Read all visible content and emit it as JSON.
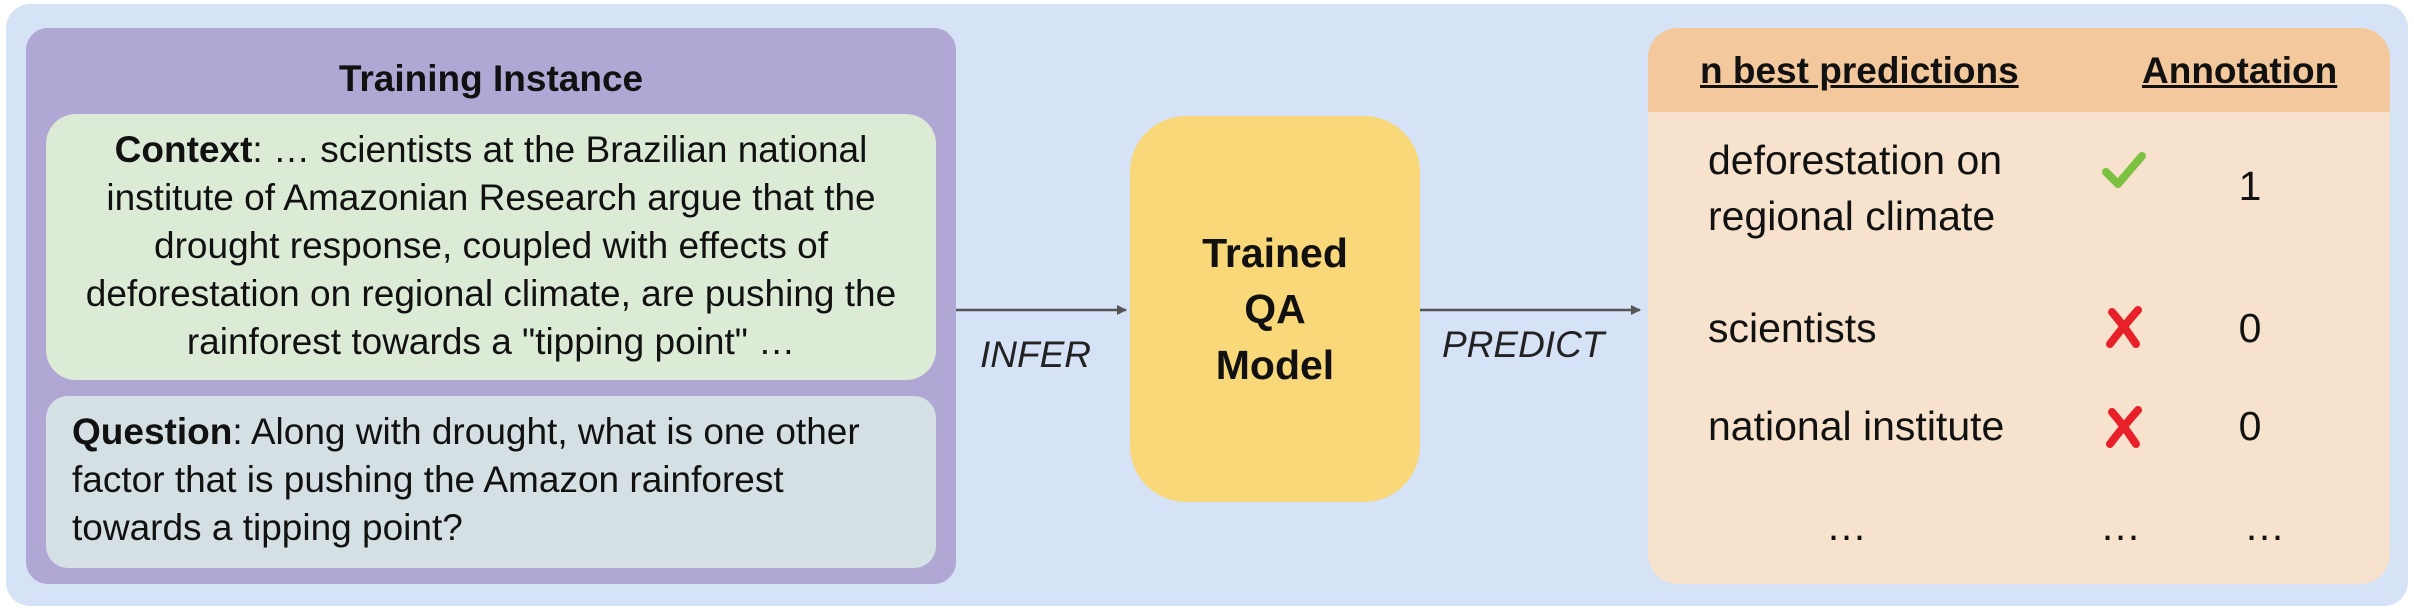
{
  "training_instance": {
    "title": "Training Instance",
    "context_label": "Context",
    "context_text": ": … scientists at the Brazilian national institute of Amazonian Research argue that the drought response, coupled with effects of deforestation on regional climate, are pushing the rainforest towards a \"tipping point\" …",
    "question_label": "Question",
    "question_text": ": Along with drought, what is one other factor that is pushing the Amazon rainforest towards a tipping point?"
  },
  "arrows": {
    "infer_label": "INFER",
    "predict_label": "PREDICT"
  },
  "model": {
    "line1": "Trained",
    "line2": "QA",
    "line3": "Model"
  },
  "predictions": {
    "header_predictions": "n best predictions",
    "header_annotation": "Annotation",
    "rows": [
      {
        "line1": "deforestation on",
        "line2": "regional climate",
        "mark": "check-icon",
        "annotation": "1"
      },
      {
        "line1": "scientists",
        "line2": "",
        "mark": "cross-icon",
        "annotation": "0"
      },
      {
        "line1": "national institute",
        "line2": "",
        "mark": "cross-icon",
        "annotation": "0"
      }
    ],
    "ellipsis_pred": "…",
    "ellipsis_mark": "…",
    "ellipsis_anno": "…"
  },
  "colors": {
    "check": "#7cc142",
    "cross": "#e8202a",
    "arrow": "#555555"
  }
}
